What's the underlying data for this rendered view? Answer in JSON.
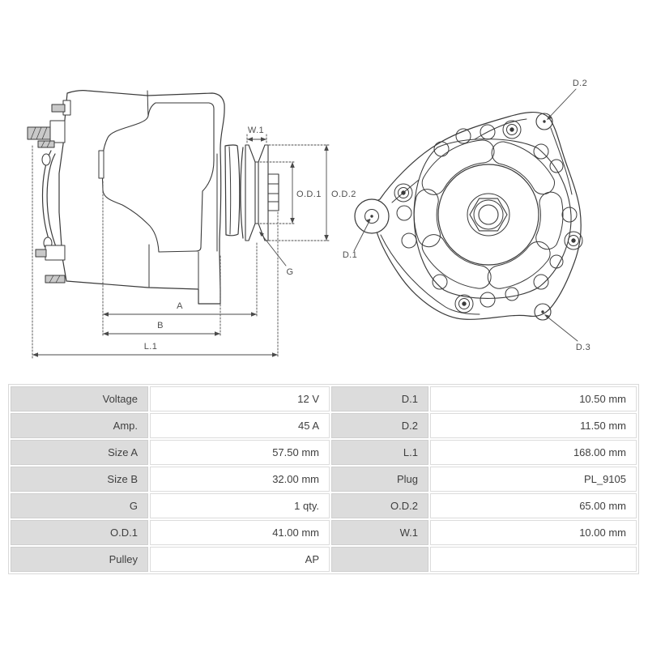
{
  "drawing": {
    "side_view_labels": {
      "w1": "W.1",
      "od1": "O.D.1",
      "od2": "O.D.2",
      "g": "G",
      "a": "A",
      "b": "B",
      "l1": "L.1"
    },
    "front_view_labels": {
      "d1": "D.1",
      "d2": "D.2",
      "d3": "D.3"
    }
  },
  "table": {
    "rows": [
      {
        "label_left": "Voltage",
        "value_left": "12 V",
        "label_right": "D.1",
        "value_right": "10.50 mm"
      },
      {
        "label_left": "Amp.",
        "value_left": "45 A",
        "label_right": "D.2",
        "value_right": "11.50 mm"
      },
      {
        "label_left": "Size A",
        "value_left": "57.50 mm",
        "label_right": "L.1",
        "value_right": "168.00 mm"
      },
      {
        "label_left": "Size B",
        "value_left": "32.00 mm",
        "label_right": "Plug",
        "value_right": "PL_9105"
      },
      {
        "label_left": "G",
        "value_left": "1 qty.",
        "label_right": "O.D.2",
        "value_right": "65.00 mm"
      },
      {
        "label_left": "O.D.1",
        "value_left": "41.00 mm",
        "label_right": "W.1",
        "value_right": "10.00 mm"
      },
      {
        "label_left": "Pulley",
        "value_left": "AP",
        "label_right": "",
        "value_right": ""
      }
    ]
  },
  "colors": {
    "line": "#3a3a3a",
    "dimension": "#4a4a4a",
    "label_cell_bg": "#dcdcdc",
    "label_cell_border": "#cfcfcf",
    "value_cell_border": "#dcdcdc",
    "table_border": "#d9d9d9",
    "text": "#3f3f3f"
  }
}
